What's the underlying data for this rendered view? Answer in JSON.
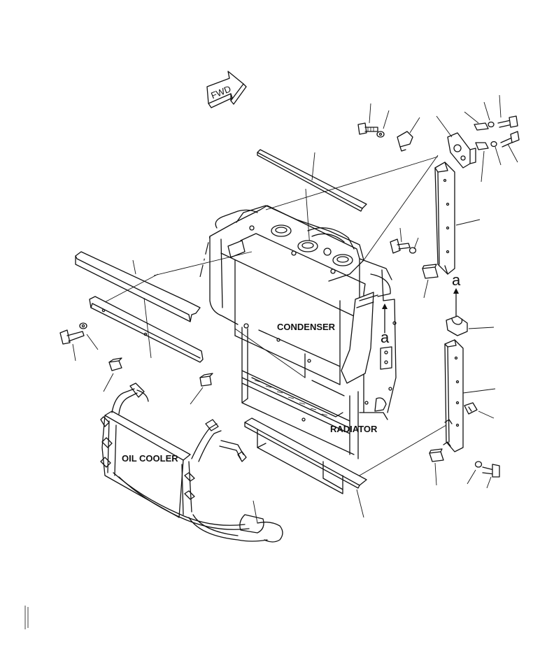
{
  "labels": {
    "fwd": "FWD",
    "condenser": "CONDENSER",
    "radiator": "RADIATOR",
    "oil_cooler": "OIL COOLER",
    "ref_a_upper": "a",
    "ref_a_lower": "a"
  },
  "icons": {
    "fwd_arrow": "forward-direction-arrow-icon",
    "up_arrow": "up-arrow-icon"
  }
}
